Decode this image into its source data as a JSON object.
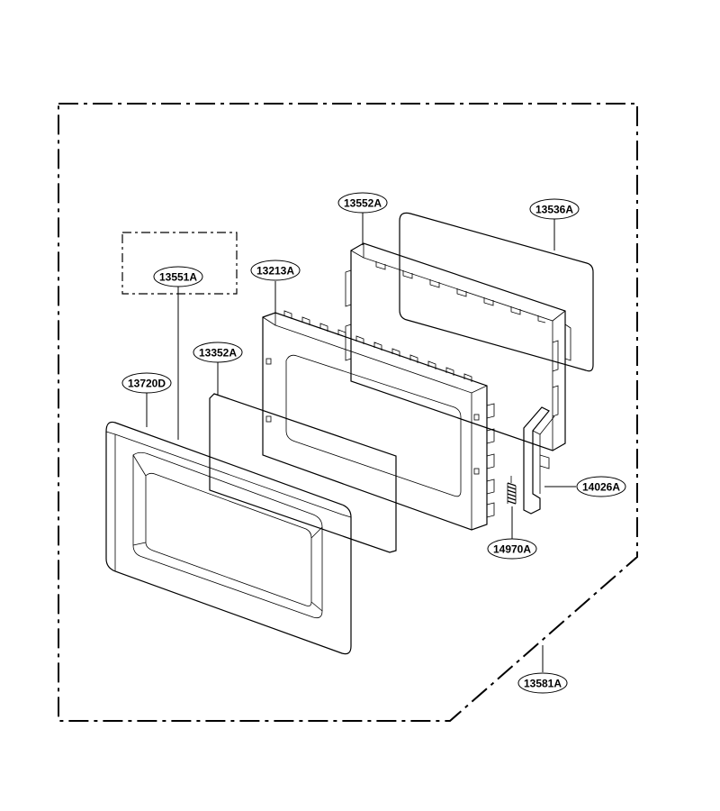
{
  "diagram": {
    "labels": {
      "p13552A": "13552A",
      "p13536A": "13536A",
      "p13551A": "13551A",
      "p13213A": "13213A",
      "p13352A": "13352A",
      "p13720D": "13720D",
      "p14026A": "14026A",
      "p14970A": "14970A",
      "p13581A": "13581A"
    }
  }
}
